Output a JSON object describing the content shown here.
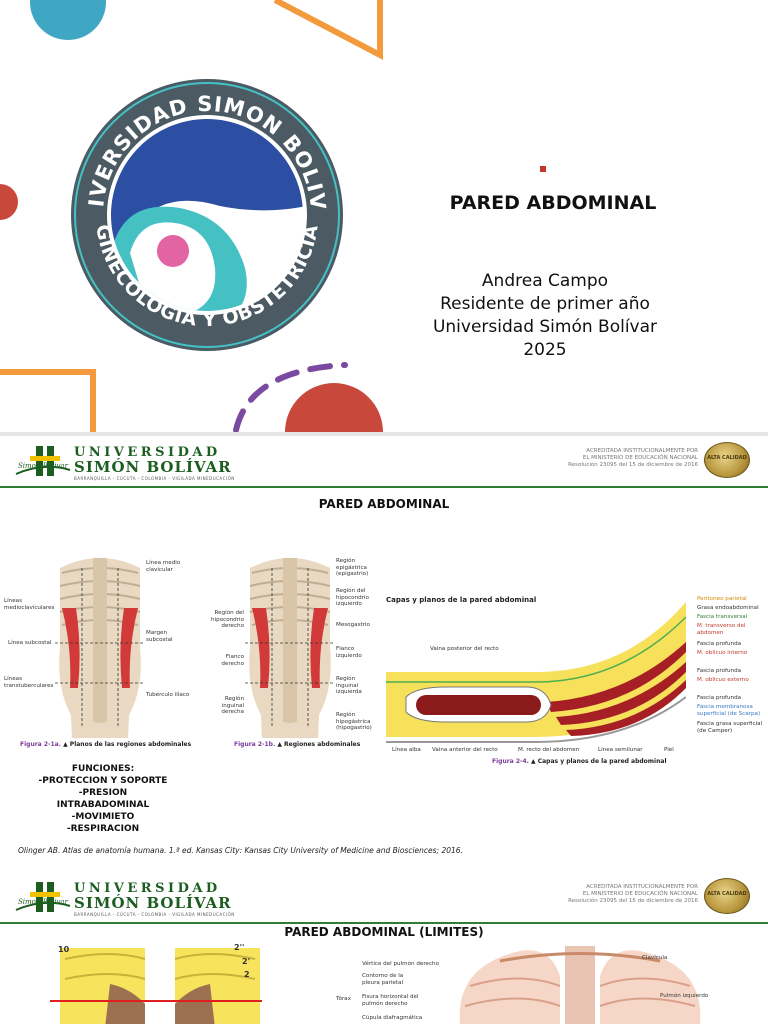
{
  "slide1": {
    "logo": {
      "ring_top_text": "UNIVERSIDAD SIMON BOLIVAR",
      "ring_bottom_text": "GINECOLOGIA Y OBSTETRICIA",
      "colors": {
        "ring": "#4b5a63",
        "blue": "#2c4fa3",
        "teal": "#45c1c4",
        "pink": "#e264a3",
        "inner": "#ffffff"
      }
    },
    "title": "PARED ABDOMINAL",
    "author_lines": [
      "Andrea Campo",
      "Residente de primer año",
      "Universidad Simón Bolívar",
      "2025"
    ],
    "decor_colors": {
      "teal": "#3fa7c3",
      "orange": "#f39a3c",
      "red": "#c9483c",
      "purple": "#7a4aa0"
    }
  },
  "header": {
    "uni_line1": "UNIVERSIDAD",
    "uni_line2": "SIMÓN BOLÍVAR",
    "uni_tagline": "BARRANQUILLA - CÚCUTA - COLOMBIA - VIGILADA MINEDUCACIÓN",
    "accreditation": [
      "ACREDITADA INSTITUCIONALMENTE POR",
      "EL MINISTERIO DE EDUCACIÓN NACIONAL",
      "Resolución 23095 del 15 de diciembre de 2016"
    ],
    "seal_text": "ALTA CALIDAD",
    "brand_green": "#1b5e20"
  },
  "slide2": {
    "title": "PARED ABDOMINAL",
    "fig1a": {
      "caption_num": "Figura 2-1a.",
      "caption_text": "Planos de las regiones abdominales",
      "labels_left": [
        "Líneas medioclaviculares",
        "Línea subcostal",
        "Líneas transtuberculares"
      ],
      "labels_right": [
        "Línea medio clavicular",
        "Margen subcostal",
        "Tubérculo ilíaco"
      ]
    },
    "fig1b": {
      "caption_num": "Figura 2-1b.",
      "caption_text": "Regiones abdominales",
      "labels_left": [
        "Región del hipocondrio derecho",
        "Flanco derecho",
        "Región inguinal derecha"
      ],
      "labels_right": [
        "Región epigástrica (epigastrio)",
        "Región del hipocondrio izquierdo",
        "Mesogastrio",
        "Flanco izquierdo",
        "Región inguinal izquierda",
        "Región hipogástrica (hipogastrio)"
      ]
    },
    "fig4": {
      "title": "Capas y planos de la pared abdominal",
      "caption_num": "Figura 2-4.",
      "caption_text": "Capas y planos de la pared abdominal",
      "labels_right": [
        "Peritoneo parietal",
        "Grasa endoabdominal",
        "Fascia transversal",
        "M. transverso del abdomen",
        "Fascia profunda",
        "M. oblicuo interno",
        "Fascia profunda",
        "M. oblicuo externo",
        "Fascia profunda",
        "Fascia membranosa superficial (de Scarpa)",
        "Fascia grasa superficial (de Camper)"
      ],
      "label_top": "Vaina posterior del recto",
      "labels_bottom": [
        "Línea alba",
        "Vaina anterior del recto",
        "M. recto del abdomen",
        "Línea semilunar",
        "Piel"
      ]
    },
    "functions": [
      "FUNCIONES:",
      "-PROTECCION Y SOPORTE",
      "-PRESION",
      "INTRABADOMINAL",
      "-MOVIMIETO",
      "-RESPIRACION"
    ],
    "reference": "Olinger AB. Atlas de anatomía humana. 1.ª ed. Kansas City: Kansas City University of Medicine and Biosciences; 2016."
  },
  "slide3": {
    "title": "PARED ABDOMINAL (LIMITES)",
    "left_labels": [
      "10",
      "2''",
      "2'",
      "2"
    ],
    "right_labels": [
      "Vértice del pulmón derecho",
      "Contorno de la pleura parietal",
      "Tórax",
      "Fisura horizontal del pulmón derecho",
      "Cúpula diafragmática",
      "Clavícula",
      "Pulmón izquierdo"
    ]
  }
}
